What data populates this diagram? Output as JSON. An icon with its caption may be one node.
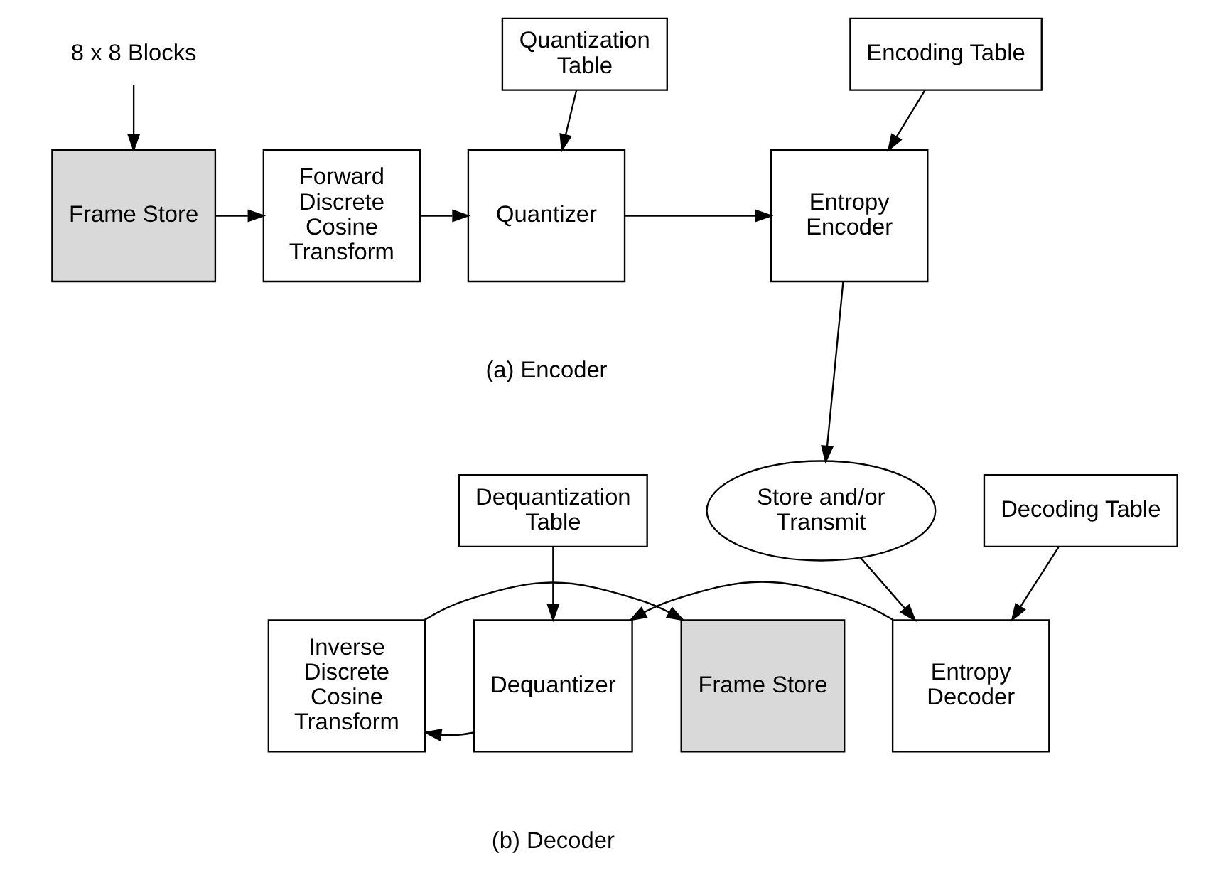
{
  "diagram": {
    "nodes": [
      {
        "text": [
          "8 x 8 Blocks"
        ]
      },
      {
        "text": [
          "Frame Store"
        ]
      },
      {
        "text": [
          "Forward Discrete Cosine Transform"
        ]
      },
      {
        "text": [
          "Quantization Table"
        ]
      },
      {
        "text": [
          "Quantizer"
        ]
      },
      {
        "text": [
          "Encoding Table"
        ]
      },
      {
        "text": [
          "Entropy Encoder"
        ]
      },
      {
        "text": [
          "Store and/or Transmit"
        ]
      },
      {
        "text": [
          "Dequantization Table"
        ]
      },
      {
        "text": [
          "Decoding Table"
        ]
      },
      {
        "text": [
          "Frame Store"
        ]
      },
      {
        "text": [
          "Inverse Discrete Cosine Transform"
        ]
      },
      {
        "text": [
          "Dequantizer"
        ]
      },
      {
        "text": [
          "Entropy Decoder"
        ]
      }
    ],
    "edges": [
      {
        "from": 0,
        "to": 1,
        "arrow": "to"
      },
      {
        "from": 1,
        "to": 2,
        "arrow": "to"
      },
      {
        "from": 2,
        "to": 4,
        "arrow": "to"
      },
      {
        "from": 3,
        "to": 4,
        "arrow": "to"
      },
      {
        "from": 4,
        "to": 6,
        "arrow": "to"
      },
      {
        "from": 5,
        "to": 6,
        "arrow": "to"
      },
      {
        "from": 6,
        "to": 7,
        "arrow": "to"
      },
      {
        "from": 7,
        "to": 13,
        "arrow": "to"
      },
      {
        "from": 9,
        "to": 13,
        "arrow": "to"
      },
      {
        "from": 13,
        "to": 12,
        "arrow": "to"
      },
      {
        "from": 8,
        "to": 12,
        "arrow": "to"
      },
      {
        "from": 12,
        "to": 11,
        "arrow": "to"
      },
      {
        "from": 11,
        "to": 10,
        "arrow": "to"
      }
    ],
    "labels": [
      "(a) Encoder",
      "(b) Decoder"
    ]
  }
}
